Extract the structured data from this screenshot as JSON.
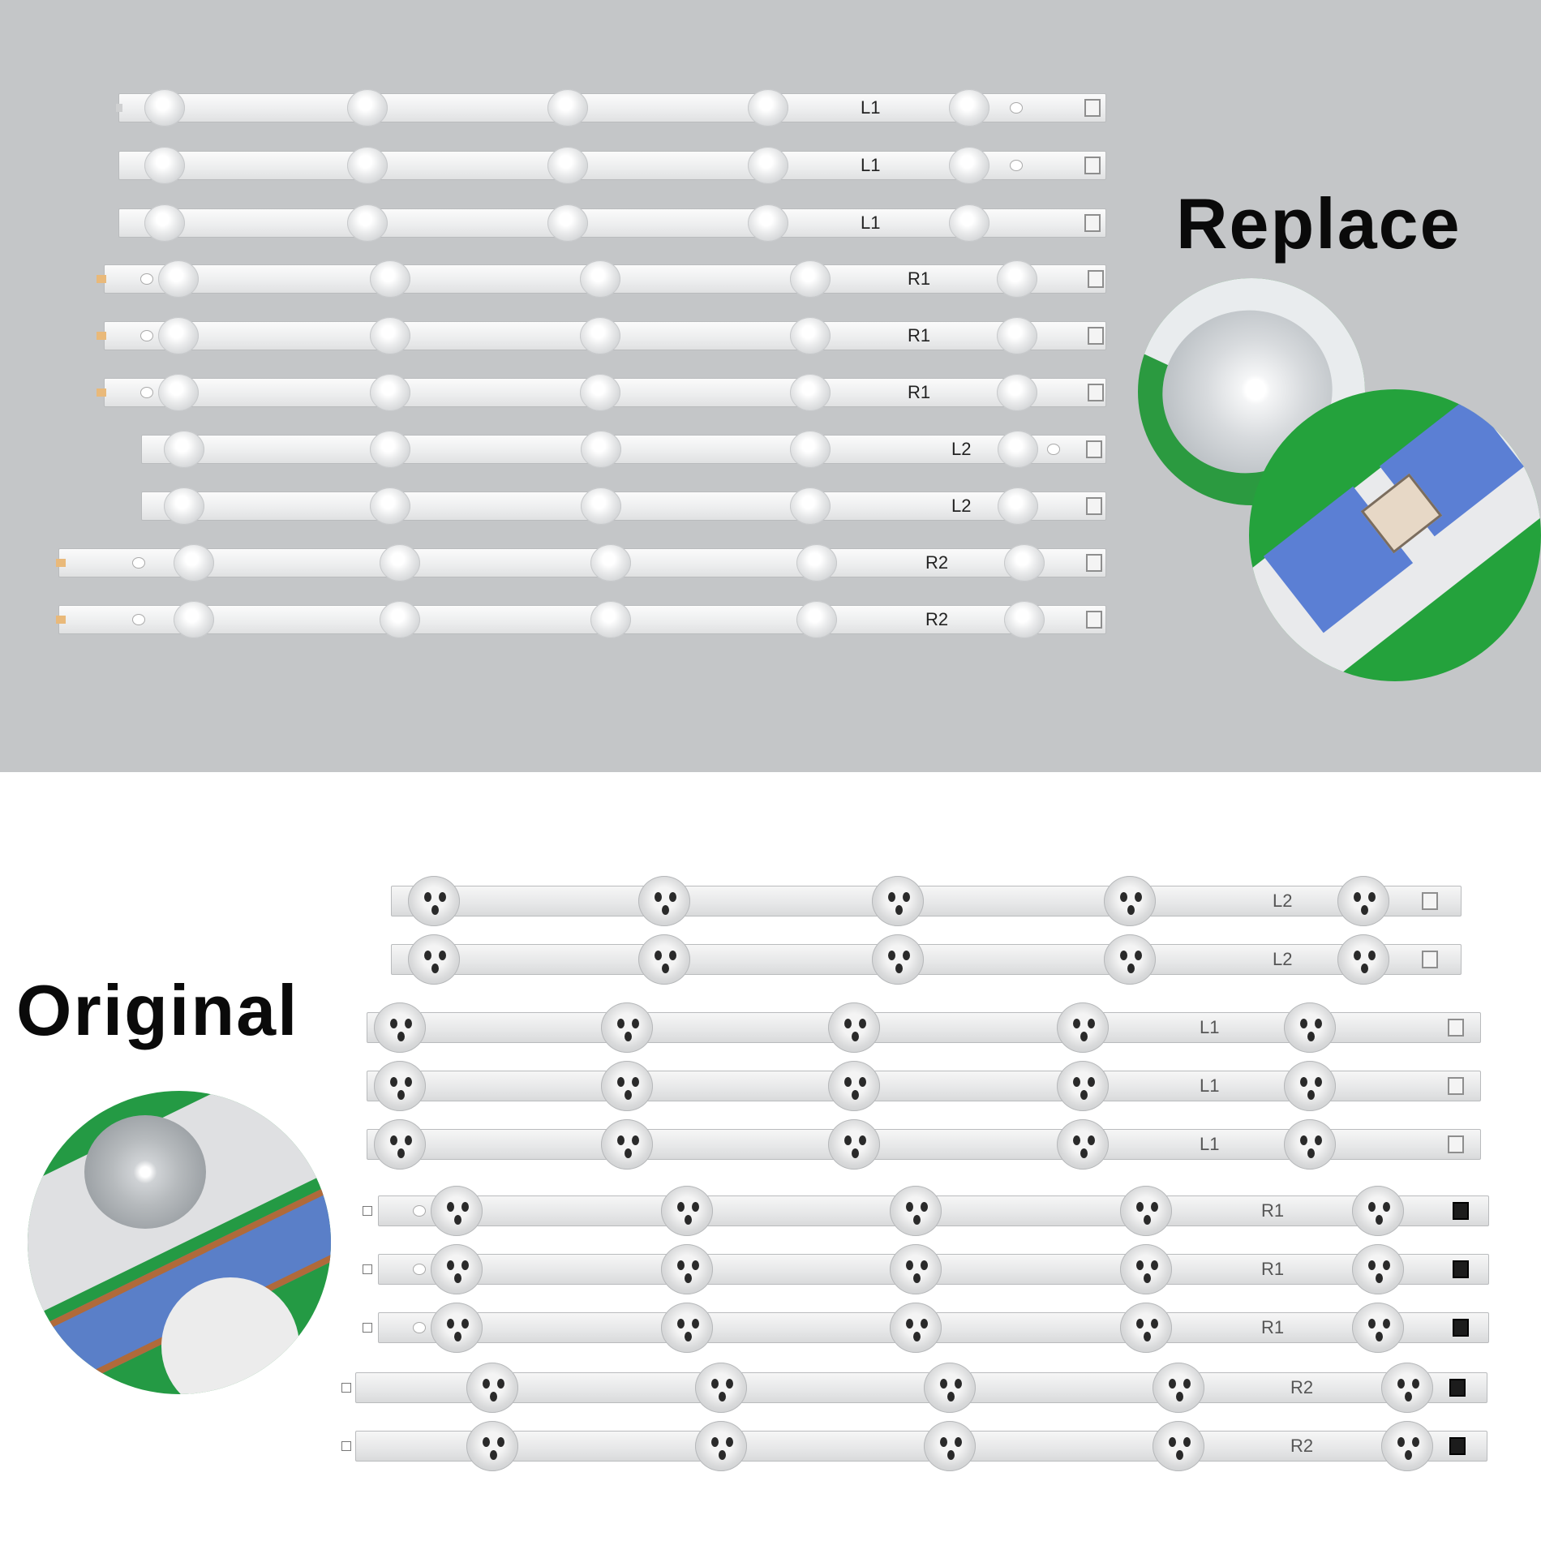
{
  "headings": {
    "replace": "Replace",
    "original": "Original"
  },
  "replace_strips": [
    {
      "label": "L1"
    },
    {
      "label": "L1"
    },
    {
      "label": "L1"
    },
    {
      "label": "R1"
    },
    {
      "label": "R1"
    },
    {
      "label": "R1"
    },
    {
      "label": "L2"
    },
    {
      "label": "L2"
    },
    {
      "label": "R2"
    },
    {
      "label": "R2"
    }
  ],
  "original_strips": [
    {
      "label": "L2"
    },
    {
      "label": "L2"
    },
    {
      "label": "L1"
    },
    {
      "label": "L1"
    },
    {
      "label": "L1"
    },
    {
      "label": "R1"
    },
    {
      "label": "R1"
    },
    {
      "label": "R1"
    },
    {
      "label": "R2"
    },
    {
      "label": "R2"
    }
  ],
  "colors": {
    "top_background": "#c4c6c8",
    "bottom_background": "#ffffff",
    "pcb_green": "#249a44",
    "tape_blue": "#5b7fd4"
  }
}
